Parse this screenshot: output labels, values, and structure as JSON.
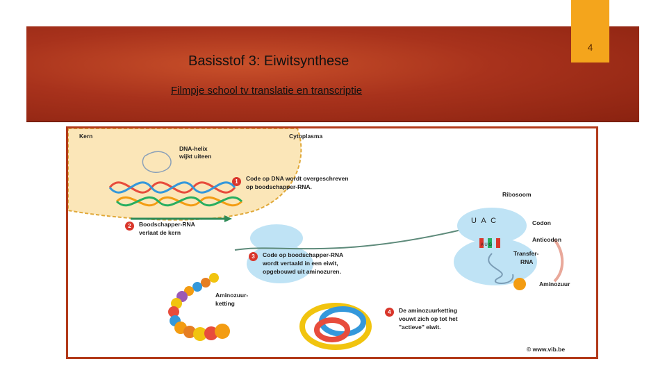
{
  "slide": {
    "page_number": "4",
    "title": "Basisstof 3: Eiwitsynthese",
    "link_text": "Filmpje school tv translatie en transcriptie"
  },
  "figure": {
    "kern": "Kern",
    "cytoplasma": "Cytoplasma",
    "dna_helix": "DNA-helix",
    "dna_helix_2": "wijkt uiteen",
    "step1": {
      "num": "1",
      "line1": "Code op DNA wordt overgeschreven",
      "line2": "op boodschapper-RNA."
    },
    "step2": {
      "num": "2",
      "line1": "Boodschapper-RNA",
      "line2": "verlaat de kern"
    },
    "step3": {
      "num": "3",
      "line1": "Code op boodschapper-RNA",
      "line2": "wordt vertaald in een eiwit,",
      "line3": "opgebouwd uit aminozuren."
    },
    "step4": {
      "num": "4",
      "line1": "De aminozuurketting",
      "line2": "vouwt zich op tot het",
      "line3": "\"actieve\" eiwit."
    },
    "ribosoom": "Ribosoom",
    "codon": "Codon",
    "anticodon": "Anticodon",
    "transfer_rna": "Transfer-",
    "transfer_rna_2": "RNA",
    "aminozuur": "Aminozuur",
    "aminozuurketting": "Aminozuur-",
    "aminozuurketting_2": "ketting",
    "codon_letters": "U A C",
    "anticodon_letters": "A U G",
    "credit": "© www.vib.be"
  },
  "colors": {
    "banner": "#a8321c",
    "page_tab": "#f4a51c",
    "frame": "#b23a1a",
    "step_badge": "#d9362b"
  }
}
